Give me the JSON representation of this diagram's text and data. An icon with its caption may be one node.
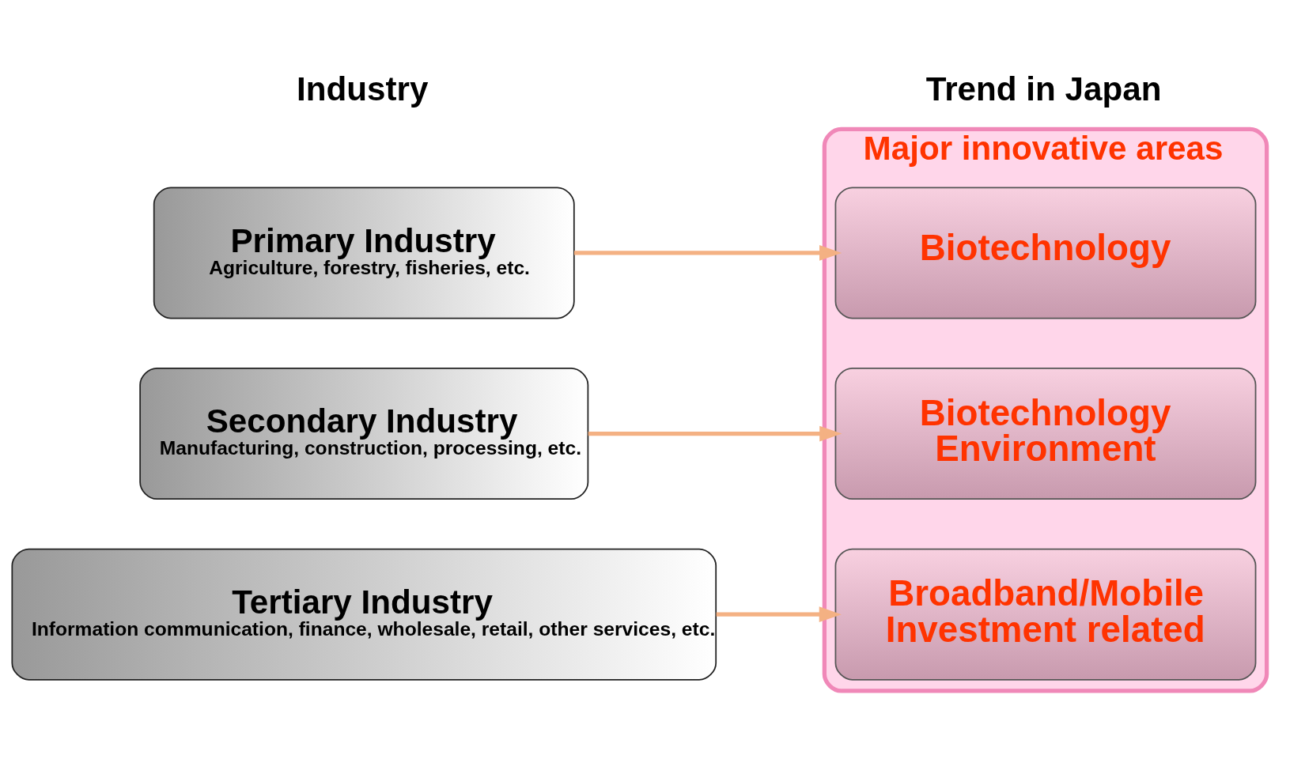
{
  "diagram": {
    "nodes": [
      {
        "text": [
          "Major innovative areas"
        ]
      },
      {
        "text": [
          "Primary Industry",
          "Agriculture, forestry, fisheries, etc."
        ]
      },
      {
        "text": [
          "Biotechnology"
        ],
        "in": 0
      },
      {
        "text": [
          "Secondary Industry",
          "Manufacturing, construction, processing, etc."
        ]
      },
      {
        "text": [
          "Biotechnology",
          "Environment"
        ],
        "in": 0
      },
      {
        "text": [
          "Tertiary Industry",
          "Information communication, finance, wholesale, retail, other services, etc."
        ]
      },
      {
        "text": [
          "Broadband/Mobile",
          "Investment related"
        ],
        "in": 0
      }
    ],
    "edges": [
      {
        "from": 1,
        "to": 2,
        "arrow": "to"
      },
      {
        "from": 3,
        "to": 4,
        "arrow": "to"
      },
      {
        "from": 5,
        "to": 6,
        "arrow": "to"
      }
    ],
    "labels": [
      "Industry",
      "Trend in Japan"
    ]
  }
}
